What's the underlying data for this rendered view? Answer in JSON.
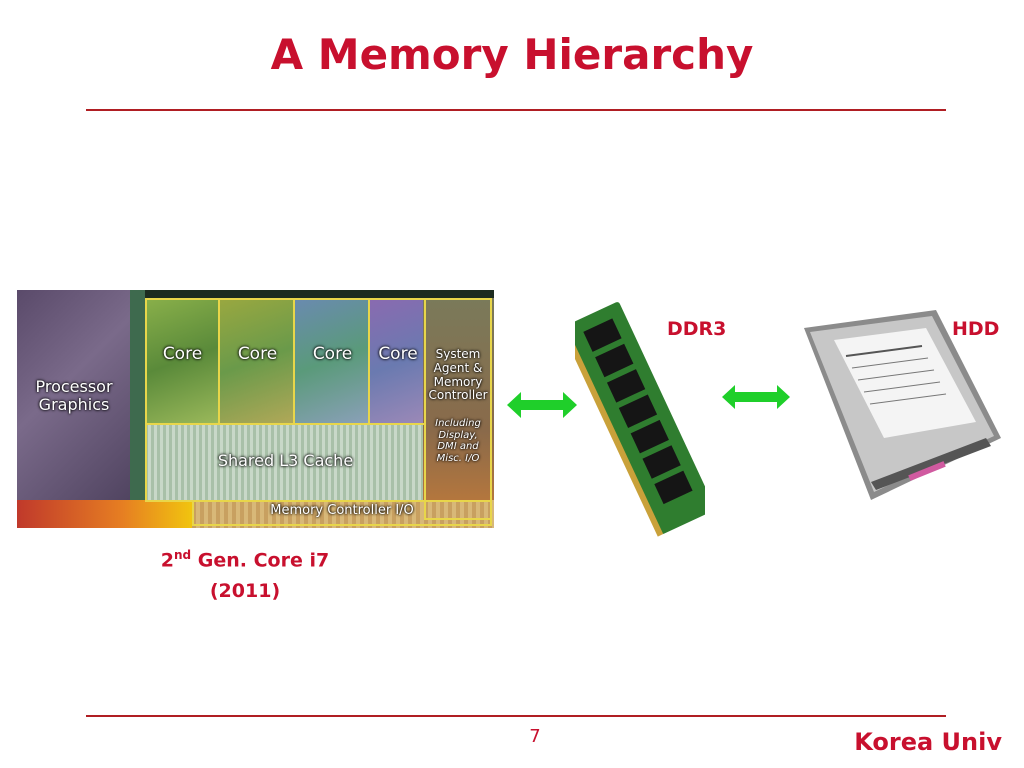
{
  "slide": {
    "title": "A Memory Hierarchy",
    "page_number": "7",
    "footer_brand": "Korea Univ"
  },
  "die_shot": {
    "processor_graphics": "Processor Graphics",
    "cores": [
      "Core",
      "Core",
      "Core",
      "Core"
    ],
    "system_agent": "System Agent & Memory Controller",
    "system_agent_note": "Including Display, DMI and Misc. I/O",
    "l3_cache": "Shared L3 Cache",
    "memory_controller_io": "Memory Controller I/O"
  },
  "caption": {
    "line1_prefix": "2",
    "line1_sup": "nd",
    "line1_rest": " Gen. Core i7",
    "line2": "(2011)"
  },
  "memory_labels": {
    "ddr3": "DDR3",
    "hdd": "HDD"
  },
  "colors": {
    "accent": "#c8102e",
    "arrow": "#1fcf2a"
  },
  "icons": {
    "arrow": "double-headed-arrow-icon"
  }
}
